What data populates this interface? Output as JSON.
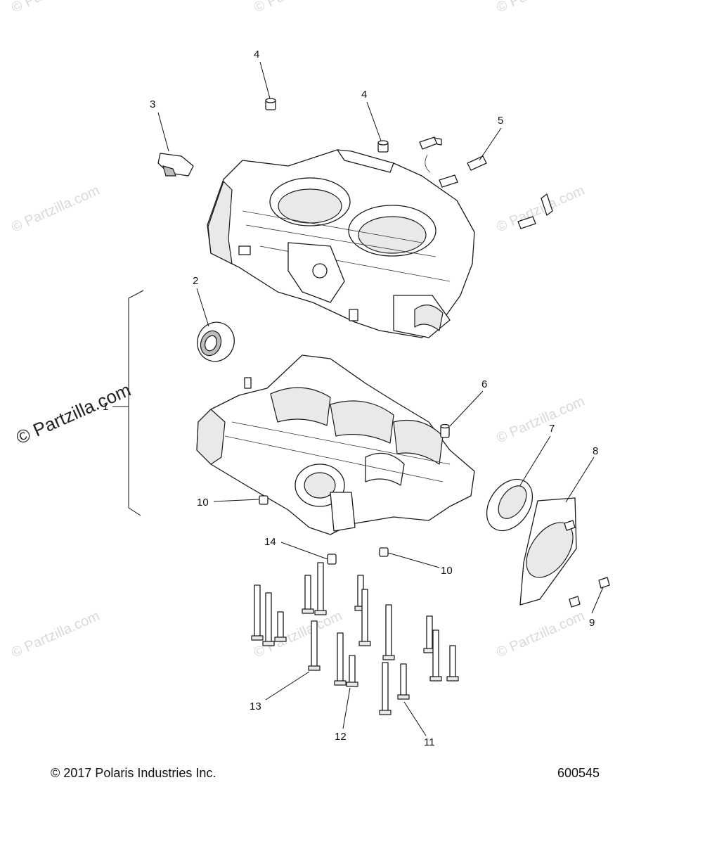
{
  "watermark_text": "© Partzilla.com",
  "callouts": {
    "c1": "1",
    "c2": "2",
    "c3": "3",
    "c4a": "4",
    "c4b": "4",
    "c5": "5",
    "c6": "6",
    "c7": "7",
    "c8": "8",
    "c9": "9",
    "c10a": "10",
    "c10b": "10",
    "c11": "11",
    "c12": "12",
    "c13": "13",
    "c14": "14"
  },
  "footer": {
    "copyright": "© 2017 Polaris Industries Inc.",
    "figure_number": "600545"
  }
}
